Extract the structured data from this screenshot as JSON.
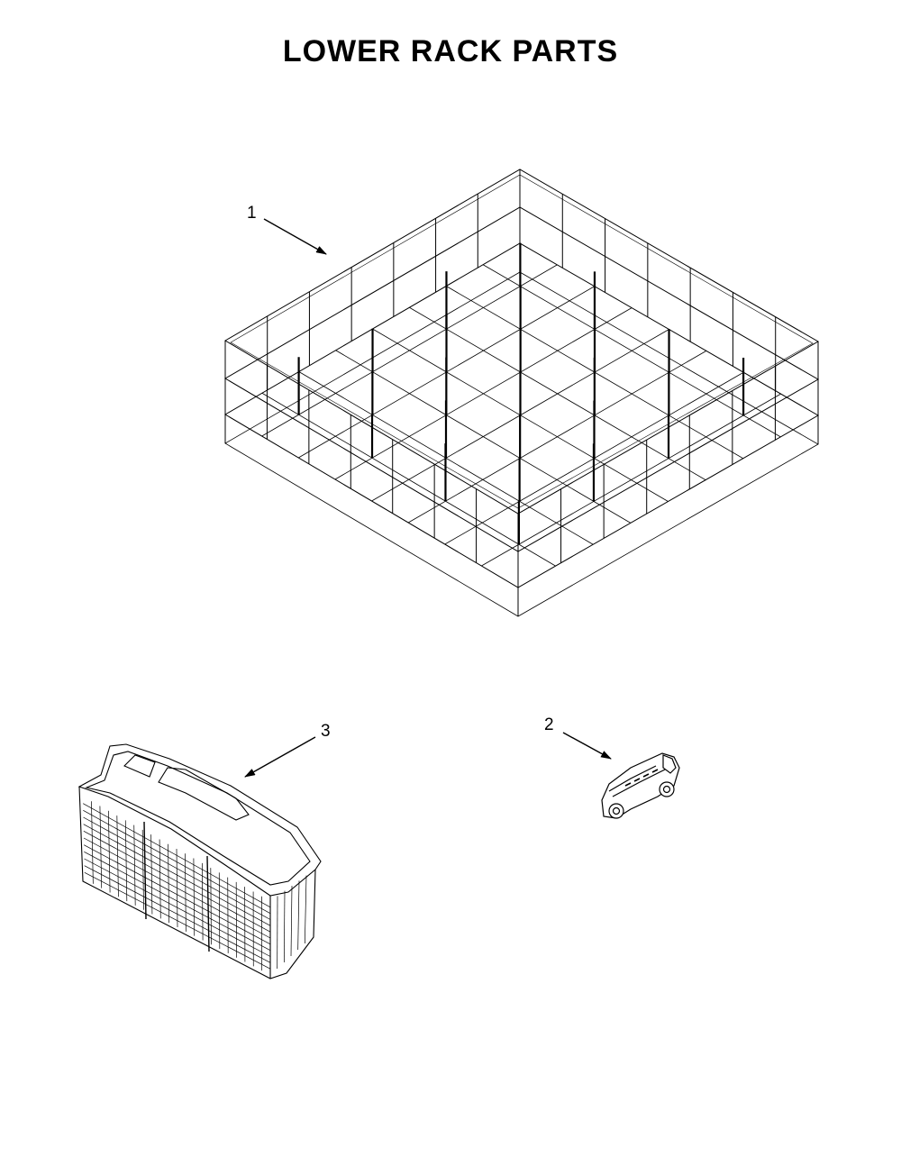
{
  "title": "LOWER RACK PARTS",
  "callouts": {
    "rack": "1",
    "wheel": "2",
    "basket": "3"
  },
  "line_color": "#000000"
}
